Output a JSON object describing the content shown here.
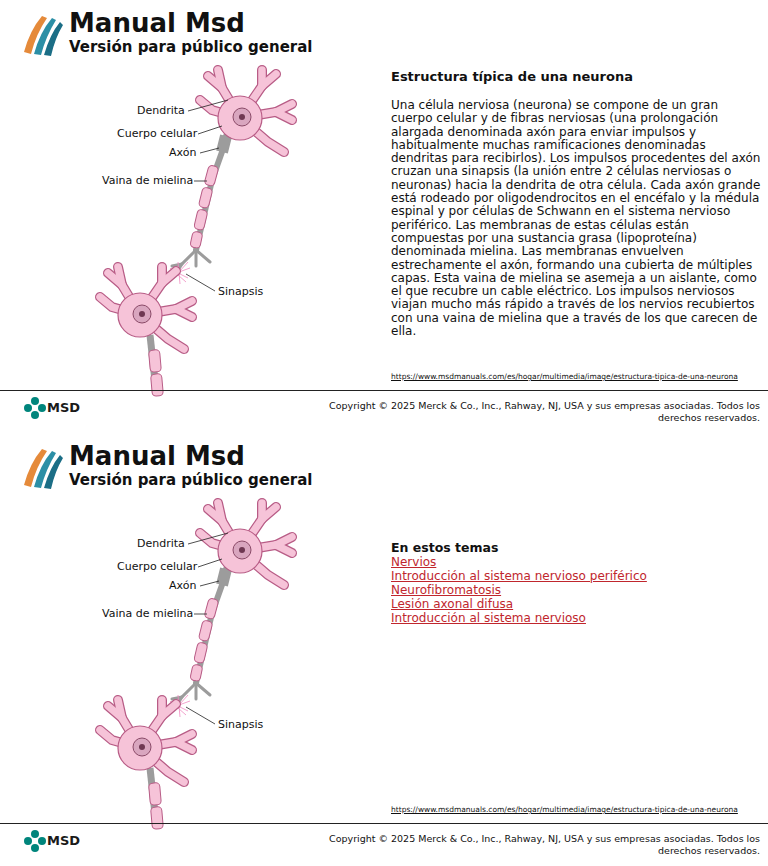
{
  "diagram": {
    "title": "Estructura típica de una neurona",
    "labels": [
      "Manual Msd",
      "Versión para público general",
      "Dendrita",
      "Cuerpo celular",
      "Axón",
      "Vaina de mielina",
      "Sinapsis",
      "Una célula nerviosa (neurona) se compone de un gran cuerpo celular y de fibras nerviosas (una prolongación alargada denominada axón para enviar impulsos y habitualmente muchas ramificaciones denominadas dendritas para recibirlos). Los impulsos procedentes del axón cruzan una sinapsis (la unión entre 2 células nerviosas o neuronas) hacia la dendrita de otra célula. Cada axón grande está rodeado por oligodendrocitos en el encéfalo y la médula espinal y por células de Schwann en el sistema nervioso periférico. Las membranas de estas células están compuestas por una sustancia grasa (lipoproteína) denominada mielina. Las membranas envuelven estrechamente el axón, formando una cubierta de múltiples capas. Esta vaina de mielina se asemeja a un aislante, como el que recubre un cable eléctrico. Los impulsos nerviosos viajan mucho más rápido a través de los nervios recubiertos con una vaina de mielina que a través de los que carecen de ella.",
      "https://www.msdmanuals.com/es/hogar/multimedia/image/estructura-tipica-de-una-neurona",
      "MSD",
      "Copyright © 2025 Merck & Co., Inc., Rahway, NJ, USA y sus empresas asociadas. Todos los derechos reservados.",
      "Manual Msd",
      "Versión para público general",
      "Dendrita",
      "Cuerpo celular",
      "Axón",
      "Vaina de mielina",
      "Sinapsis",
      "En estos temas",
      "Nervios",
      "Introducción al sistema nervioso periférico",
      "Neurofibromatosis",
      "Lesión axonal difusa",
      "Introducción al sistema nervioso",
      "https://www.msdmanuals.com/es/hogar/multimedia/image/estructura-tipica-de-una-neurona",
      "MSD",
      "Copyright © 2025 Merck & Co., Inc., Rahway, NJ, USA y sus empresas asociadas. Todos los derechos reservados."
    ]
  }
}
